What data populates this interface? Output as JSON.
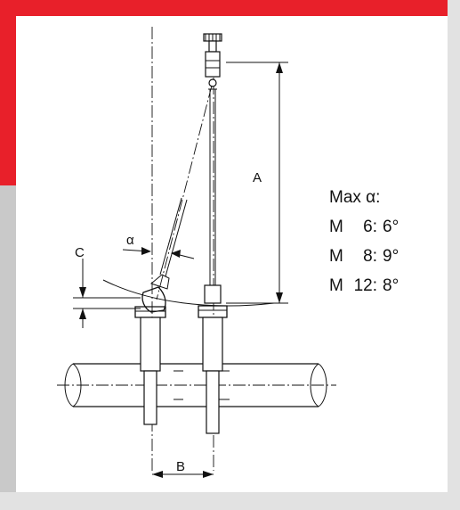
{
  "colors": {
    "frame_red": "#e8202a",
    "frame_grey": "#c9c9c9",
    "frame_grey_light": "#e2e2e2",
    "line": "#111111",
    "background": "#ffffff"
  },
  "labels": {
    "A": "A",
    "B": "B",
    "C": "C",
    "alpha": "α"
  },
  "spec": {
    "title": "Max α:",
    "rows": [
      {
        "model": "M",
        "size": "6:",
        "value": "6°"
      },
      {
        "model": "M",
        "size": "8:",
        "value": "9°"
      },
      {
        "model": "M",
        "size": "12:",
        "value": "8°"
      }
    ]
  }
}
